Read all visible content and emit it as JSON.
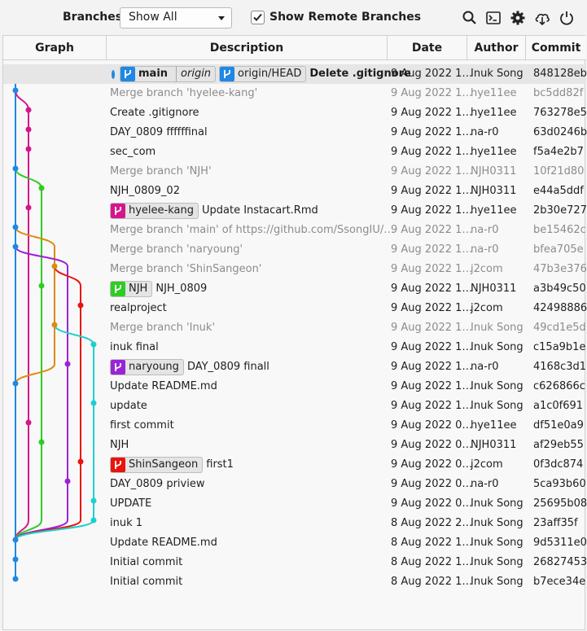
{
  "toolbar": {
    "branches_label": "Branches:",
    "branch_filter": "Show All",
    "show_remote_label": "Show Remote Branches",
    "show_remote_checked": true,
    "icons": [
      "search-icon",
      "terminal-icon",
      "gear-icon",
      "cloud-download-icon",
      "refresh-icon"
    ]
  },
  "columns": {
    "graph": "Graph",
    "description": "Description",
    "date": "Date",
    "author": "Author",
    "commit": "Commit"
  },
  "colors": {
    "blue": "#1e88e5",
    "magenta": "#d5168b",
    "green": "#2ecc24",
    "orange": "#d98c10",
    "purple": "#9b22d6",
    "red": "#e8140d",
    "cyan": "#1bd0d0"
  },
  "rows": [
    {
      "refs": [
        {
          "name": "main",
          "remote": "origin",
          "color": "#1e88e5",
          "icon": "branch-icon"
        },
        {
          "name": "origin/HEAD",
          "color": "#1e88e5",
          "icon": "branch-icon"
        }
      ],
      "message": "Delete .gitignore",
      "date": "9 Aug 2022 1…",
      "author": "Inuk Song",
      "hash": "848128eb",
      "muted": false,
      "bold": true,
      "selected": true
    },
    {
      "refs": [],
      "message": "Merge branch 'hyelee-kang'",
      "date": "9 Aug 2022 1…",
      "author": "hye11ee",
      "hash": "bc5dd82f",
      "muted": true
    },
    {
      "refs": [],
      "message": "Create .gitignore",
      "date": "9 Aug 2022 1…",
      "author": "hye11ee",
      "hash": "763278e5",
      "muted": false
    },
    {
      "refs": [],
      "message": "DAY_0809 ffffffinal",
      "date": "9 Aug 2022 1…",
      "author": "na-r0",
      "hash": "63d0246b",
      "muted": false
    },
    {
      "refs": [],
      "message": "sec_com",
      "date": "9 Aug 2022 1…",
      "author": "hye11ee",
      "hash": "f5a4e2b7",
      "muted": false
    },
    {
      "refs": [],
      "message": "Merge branch 'NJH'",
      "date": "9 Aug 2022 1…",
      "author": "NJH0311",
      "hash": "10f21d80",
      "muted": true
    },
    {
      "refs": [],
      "message": "NJH_0809_02",
      "date": "9 Aug 2022 1…",
      "author": "NJH0311",
      "hash": "e44a5ddf",
      "muted": false
    },
    {
      "refs": [
        {
          "name": "hyelee-kang",
          "color": "#d5168b",
          "icon": "branch-icon"
        }
      ],
      "message": "Update Instacart.Rmd",
      "date": "9 Aug 2022 1…",
      "author": "hye11ee",
      "hash": "2b30e727",
      "muted": false
    },
    {
      "refs": [],
      "message": "Merge branch 'main' of https://github.com/SsongIU/…",
      "date": "9 Aug 2022 1…",
      "author": "na-r0",
      "hash": "be15462c",
      "muted": true
    },
    {
      "refs": [],
      "message": "Merge branch 'naryoung'",
      "date": "9 Aug 2022 1…",
      "author": "na-r0",
      "hash": "bfea705e",
      "muted": true
    },
    {
      "refs": [],
      "message": "Merge branch 'ShinSangeon'",
      "date": "9 Aug 2022 1…",
      "author": "j2com",
      "hash": "47b3e376",
      "muted": true
    },
    {
      "refs": [
        {
          "name": "NJH",
          "color": "#2ecc24",
          "icon": "branch-icon"
        }
      ],
      "message": "NJH_0809",
      "date": "9 Aug 2022 1…",
      "author": "NJH0311",
      "hash": "a3b49c50",
      "muted": false
    },
    {
      "refs": [],
      "message": "realproject",
      "date": "9 Aug 2022 1…",
      "author": "j2com",
      "hash": "42498886",
      "muted": false
    },
    {
      "refs": [],
      "message": "Merge branch 'Inuk'",
      "date": "9 Aug 2022 1…",
      "author": "Inuk Song",
      "hash": "49cd1e5d",
      "muted": true
    },
    {
      "refs": [],
      "message": "inuk final",
      "date": "9 Aug 2022 1…",
      "author": "Inuk Song",
      "hash": "c15a9b1e",
      "muted": false
    },
    {
      "refs": [
        {
          "name": "naryoung",
          "color": "#9b22d6",
          "icon": "branch-icon"
        }
      ],
      "message": "DAY_0809 finall",
      "date": "9 Aug 2022 1…",
      "author": "na-r0",
      "hash": "4168c3d1",
      "muted": false
    },
    {
      "refs": [],
      "message": "Update README.md",
      "date": "9 Aug 2022 1…",
      "author": "Inuk Song",
      "hash": "c626866c",
      "muted": false
    },
    {
      "refs": [],
      "message": "update",
      "date": "9 Aug 2022 1…",
      "author": "Inuk Song",
      "hash": "a1c0f691",
      "muted": false
    },
    {
      "refs": [],
      "message": "first commit",
      "date": "9 Aug 2022 0…",
      "author": "hye11ee",
      "hash": "df51e0a9",
      "muted": false
    },
    {
      "refs": [],
      "message": "NJH",
      "date": "9 Aug 2022 0…",
      "author": "NJH0311",
      "hash": "af29eb55",
      "muted": false
    },
    {
      "refs": [
        {
          "name": "ShinSangeon",
          "color": "#e8140d",
          "icon": "branch-icon"
        }
      ],
      "message": "first1",
      "date": "9 Aug 2022 0…",
      "author": "j2com",
      "hash": "0f3dc874",
      "muted": false
    },
    {
      "refs": [],
      "message": "DAY_0809 priview",
      "date": "9 Aug 2022 0…",
      "author": "na-r0",
      "hash": "5ca93b60",
      "muted": false
    },
    {
      "refs": [],
      "message": "UPDATE",
      "date": "9 Aug 2022 0…",
      "author": "Inuk Song",
      "hash": "25695b08",
      "muted": false
    },
    {
      "refs": [],
      "message": "inuk 1",
      "date": "8 Aug 2022 2…",
      "author": "Inuk Song",
      "hash": "23aff35f",
      "muted": false
    },
    {
      "refs": [],
      "message": "Update README.md",
      "date": "8 Aug 2022 1…",
      "author": "Inuk Song",
      "hash": "9d5311e0",
      "muted": false
    },
    {
      "refs": [],
      "message": "Initial commit",
      "date": "8 Aug 2022 1…",
      "author": "Inuk Song",
      "hash": "26827453",
      "muted": false
    },
    {
      "refs": [],
      "message": "Initial commit",
      "date": "8 Aug 2022 1…",
      "author": "Inuk Song",
      "hash": "b7ece34e",
      "muted": false
    }
  ],
  "graph": {
    "dots": [
      {
        "row": 0,
        "lane": 0,
        "color": "blue",
        "hollow": true
      },
      {
        "row": 1,
        "lane": 0,
        "color": "blue"
      },
      {
        "row": 2,
        "lane": 1,
        "color": "magenta"
      },
      {
        "row": 3,
        "lane": 1,
        "color": "magenta"
      },
      {
        "row": 4,
        "lane": 1,
        "color": "magenta"
      },
      {
        "row": 5,
        "lane": 0,
        "color": "blue"
      },
      {
        "row": 6,
        "lane": 2,
        "color": "green"
      },
      {
        "row": 7,
        "lane": 1,
        "color": "magenta"
      },
      {
        "row": 8,
        "lane": 0,
        "color": "blue"
      },
      {
        "row": 9,
        "lane": 0,
        "color": "blue"
      },
      {
        "row": 10,
        "lane": 3,
        "color": "orange"
      },
      {
        "row": 11,
        "lane": 2,
        "color": "green"
      },
      {
        "row": 12,
        "lane": 5,
        "color": "red"
      },
      {
        "row": 13,
        "lane": 3,
        "color": "orange"
      },
      {
        "row": 14,
        "lane": 6,
        "color": "cyan"
      },
      {
        "row": 15,
        "lane": 4,
        "color": "purple"
      },
      {
        "row": 16,
        "lane": 0,
        "color": "blue"
      },
      {
        "row": 17,
        "lane": 6,
        "color": "cyan"
      },
      {
        "row": 18,
        "lane": 1,
        "color": "magenta"
      },
      {
        "row": 19,
        "lane": 2,
        "color": "green"
      },
      {
        "row": 20,
        "lane": 5,
        "color": "red"
      },
      {
        "row": 21,
        "lane": 4,
        "color": "purple"
      },
      {
        "row": 22,
        "lane": 6,
        "color": "cyan"
      },
      {
        "row": 23,
        "lane": 6,
        "color": "cyan"
      },
      {
        "row": 24,
        "lane": 0,
        "color": "blue"
      },
      {
        "row": 25,
        "lane": 0,
        "color": "blue"
      },
      {
        "row": 26,
        "lane": 0,
        "color": "blue"
      }
    ],
    "segments": [
      {
        "color": "blue",
        "from": [
          0,
          0
        ],
        "to": [
          26,
          0
        ]
      },
      {
        "color": "magenta",
        "from": [
          1,
          0
        ],
        "to": [
          2,
          1
        ],
        "curve": true
      },
      {
        "color": "magenta",
        "from": [
          2,
          1
        ],
        "to": [
          23,
          1
        ]
      },
      {
        "color": "magenta",
        "from": [
          23,
          1
        ],
        "to": [
          24,
          0
        ],
        "curve": true
      },
      {
        "color": "green",
        "from": [
          5,
          0
        ],
        "to": [
          6,
          2
        ],
        "curve": true
      },
      {
        "color": "green",
        "from": [
          6,
          2
        ],
        "to": [
          23,
          2
        ]
      },
      {
        "color": "green",
        "from": [
          23,
          2
        ],
        "to": [
          24,
          0
        ],
        "curve": true
      },
      {
        "color": "orange",
        "from": [
          8,
          0
        ],
        "to": [
          9,
          3
        ],
        "curve": true
      },
      {
        "color": "orange",
        "from": [
          9,
          3
        ],
        "to": [
          15,
          3
        ]
      },
      {
        "color": "orange",
        "from": [
          15,
          3
        ],
        "to": [
          16,
          0
        ],
        "curve": true
      },
      {
        "color": "purple",
        "from": [
          9,
          0
        ],
        "to": [
          10,
          4
        ],
        "curve": true
      },
      {
        "color": "purple",
        "from": [
          10,
          4
        ],
        "to": [
          23,
          4
        ]
      },
      {
        "color": "purple",
        "from": [
          23,
          4
        ],
        "to": [
          24,
          0
        ],
        "curve": true
      },
      {
        "color": "red",
        "from": [
          10,
          3
        ],
        "to": [
          11,
          5
        ],
        "curve": true
      },
      {
        "color": "red",
        "from": [
          11,
          5
        ],
        "to": [
          23,
          5
        ]
      },
      {
        "color": "red",
        "from": [
          23,
          5
        ],
        "to": [
          24,
          0
        ],
        "curve": true
      },
      {
        "color": "cyan",
        "from": [
          13,
          3
        ],
        "to": [
          14,
          6
        ],
        "curve": true
      },
      {
        "color": "cyan",
        "from": [
          14,
          6
        ],
        "to": [
          23,
          6
        ]
      },
      {
        "color": "cyan",
        "from": [
          23,
          6
        ],
        "to": [
          24,
          0
        ],
        "curve": true
      }
    ]
  }
}
